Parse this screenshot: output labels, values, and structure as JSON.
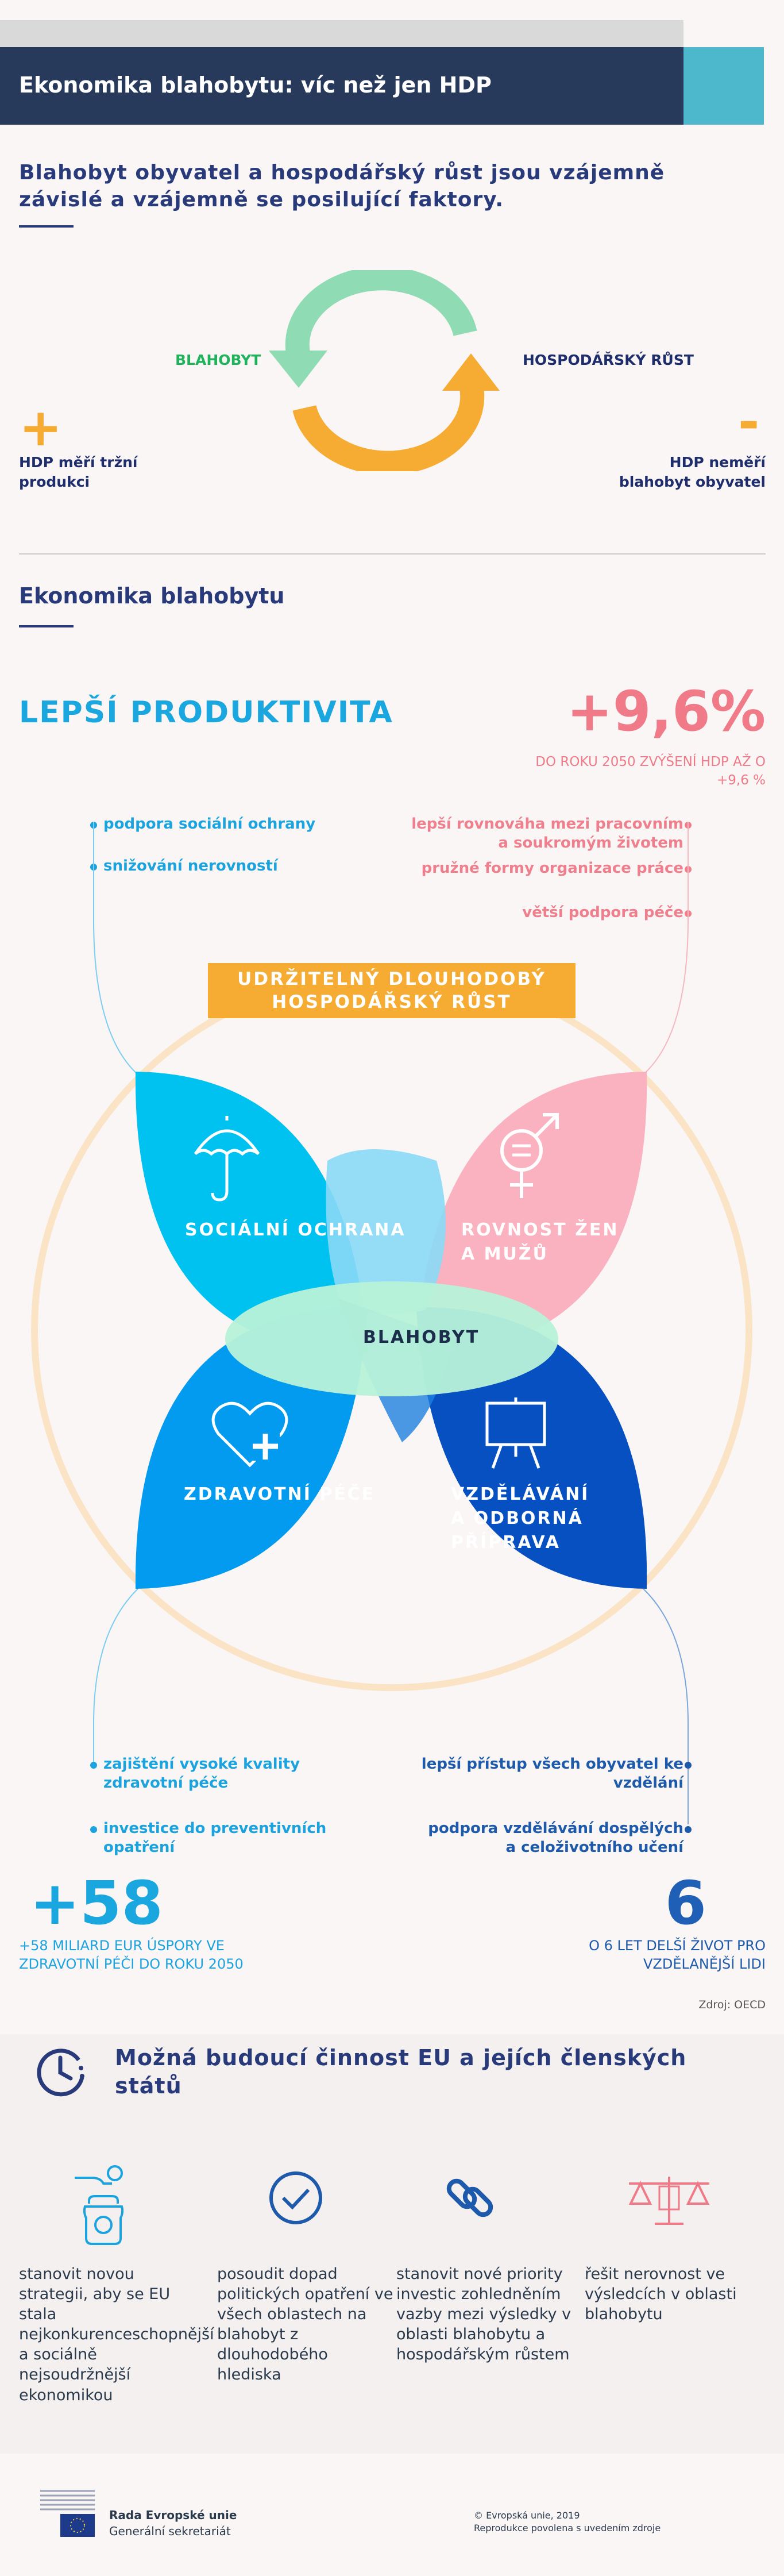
{
  "header": {
    "title": "Ekonomika blahobytu: víc než jen HDP"
  },
  "intro": {
    "text": "Blahobyt obyvatel a hospodářský růst jsou vzájemně závislé a vzájemně se posilující faktory."
  },
  "cycle": {
    "left_label": "BLAHOBYT",
    "right_label": "HOSPODÁŘSKÝ RŮST",
    "plus_symbol": "+",
    "minus_symbol": "-",
    "plus_text": "HDP měří tržní produkci",
    "minus_text": "HDP neměří blahobyt obyvatel"
  },
  "section2": {
    "title": "Ekonomika blahobytu"
  },
  "productivity": {
    "title": "LEPŠÍ PRODUKTIVITA",
    "big_number": "+9,6%",
    "subtext": "DO ROKU 2050 ZVÝŠENÍ HDP AŽ O +9,6 %"
  },
  "left_items_top": [
    "podpora sociální ochrany",
    "snižování nerovností"
  ],
  "right_items_top": [
    "lepší rovnováha mezi pracovním a soukromým životem",
    "pružné formy organizace práce",
    "větší podpora péče"
  ],
  "banner": {
    "text": "UDRŽITELNÝ DLOUHODOBÝ HOSPODÁŘSKÝ RŮST"
  },
  "petals": {
    "social": "SOCIÁLNÍ OCHRANA",
    "gender": "ROVNOST ŽEN A MUŽŮ",
    "health": "ZDRAVOTNÍ PÉČE",
    "education": "VZDĚLÁVÁNÍ A ODBORNÁ PŘÍPRAVA",
    "center": "BLAHOBYT"
  },
  "left_items_bottom": [
    "zajištění vysoké kvality zdravotní péče",
    "investice do preventivních opatření"
  ],
  "right_items_bottom": [
    "lepší přístup všech obyvatel ke vzdělání",
    "podpora vzdělávání dospělých a celoživotního učení"
  ],
  "stats": {
    "left_number": "+58",
    "left_text": "+58 MILIARD EUR ÚSPORY VE ZDRAVOTNÍ PÉČI DO ROKU 2050",
    "right_number": "6",
    "right_text": "O 6 LET DELŠÍ ŽIVOT PRO VZDĚLANĚJŠÍ LIDI",
    "source": "Zdroj: OECD"
  },
  "eu_actions": {
    "title": "Možná budoucí činnost EU a jejích členských států",
    "items": [
      {
        "icon": "hand-coin-jar-icon",
        "text": "stanovit novou strategii, aby se EU stala nejkonkurenceschopnější a sociálně nejsoudržnější ekonomikou"
      },
      {
        "icon": "check-circle-icon",
        "text": "posoudit dopad politických opatření ve všech oblastech na blahobyt z dlouhodobého hlediska"
      },
      {
        "icon": "chain-link-icon",
        "text": "stanovit nové priority investic zohledněním vazby mezi výsledky v oblasti blahobytu a hospodářským růstem"
      },
      {
        "icon": "scales-icon",
        "text": "řešit nerovnost ve výsledcích v oblasti blahobytu"
      }
    ]
  },
  "footer": {
    "org_line1": "Rada Evropské unie",
    "org_line2": "Generální sekretariát",
    "copyright": "© Evropská unie, 2019",
    "reproduction": "Reprodukce povolena s uvedením zdroje"
  },
  "colors": {
    "navy": "#283a5c",
    "teal": "#4db8cc",
    "orange": "#f6ab32",
    "green": "#8fdcb4",
    "cyan": "#1aa7e0",
    "pink": "#f07a88",
    "blue": "#1f5fb5"
  }
}
